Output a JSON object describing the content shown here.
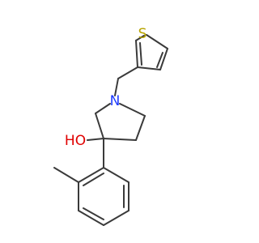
{
  "molecule": {
    "atoms": [
      {
        "id": "S",
        "symbol": "S",
        "color": "#b8a400"
      },
      {
        "id": "N",
        "symbol": "N",
        "color": "#1f3cff"
      },
      {
        "id": "O",
        "symbol": "HO",
        "color": "#e00000"
      }
    ]
  }
}
